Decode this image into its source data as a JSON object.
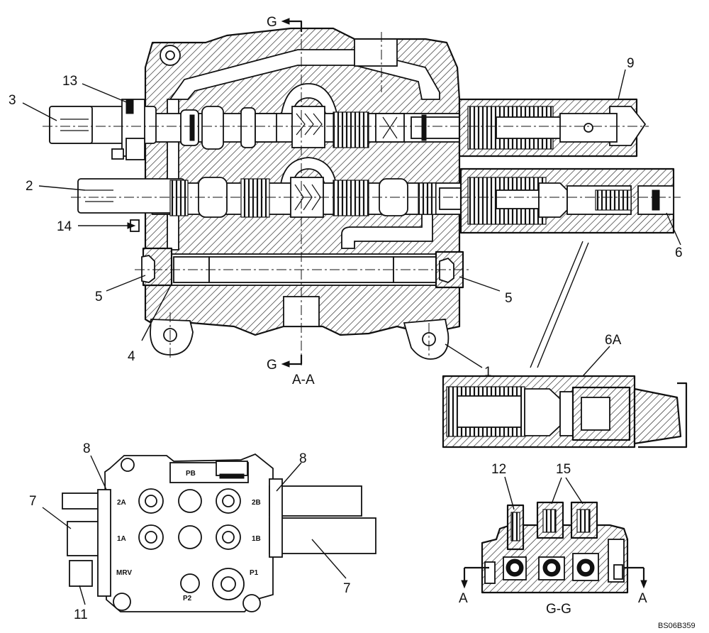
{
  "section_titles": {
    "main": "A-A",
    "side": "G-G",
    "cut_marker_top": "G",
    "cut_marker_bottom": "G",
    "cut_marker_left": "A",
    "cut_marker_right": "A"
  },
  "callouts": {
    "c1": "1",
    "c2": "2",
    "c3": "3",
    "c4": "4",
    "c5_left": "5",
    "c5_right": "5",
    "c6": "6",
    "c6a": "6A",
    "c7_left": "7",
    "c7_right": "7",
    "c8_left": "8",
    "c8_right": "8",
    "c9": "9",
    "c11": "11",
    "c12": "12",
    "c13": "13",
    "c14": "14",
    "c15": "15"
  },
  "port_labels": {
    "pb": "PB",
    "p2a": "2A",
    "p2b": "2B",
    "p1a": "1A",
    "p1b": "1B",
    "mrv": "MRV",
    "p1": "P1",
    "p2": "P2"
  },
  "drawing_code": "BS06B359"
}
